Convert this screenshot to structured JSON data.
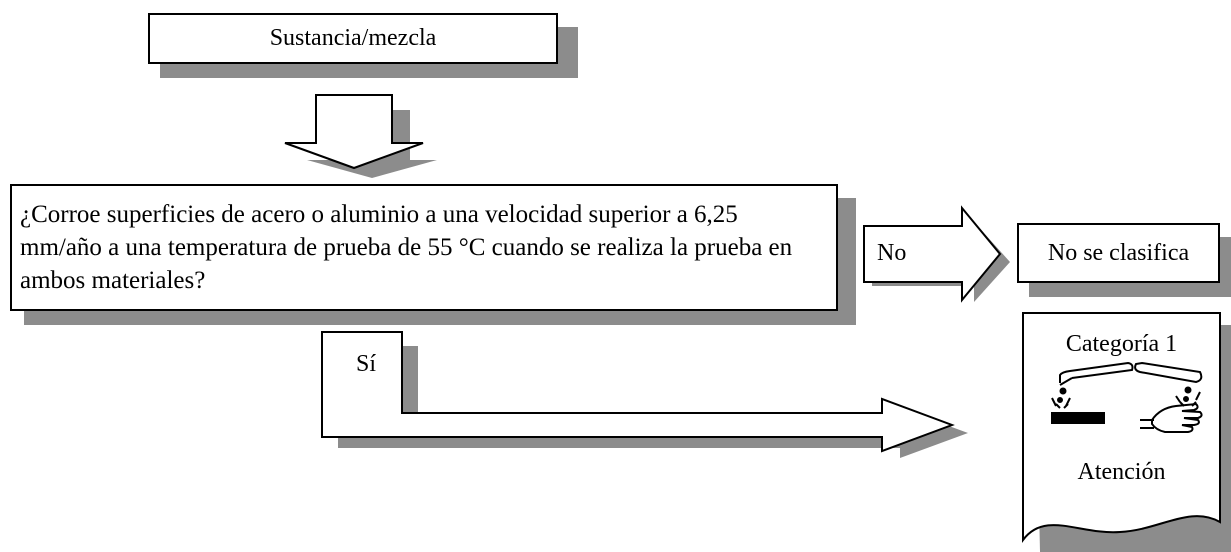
{
  "start": {
    "label": "Sustancia/mezcla"
  },
  "question": {
    "text": "¿Corroe superficies de acero o aluminio a una velocidad superior a 6,25 mm/año a una temperatura de prueba de 55 °C cuando se realiza la prueba en ambos materiales?"
  },
  "branch_no": {
    "label": "No"
  },
  "branch_yes": {
    "label": "Sí"
  },
  "result_no": {
    "label": "No se clasifica"
  },
  "result_yes": {
    "category": "Categoría 1",
    "signal_word": "Atención",
    "pictogram": "corrosion-pictogram"
  },
  "colors": {
    "shadow": "#8c8c8c",
    "stroke": "#000000",
    "fill": "#ffffff"
  }
}
